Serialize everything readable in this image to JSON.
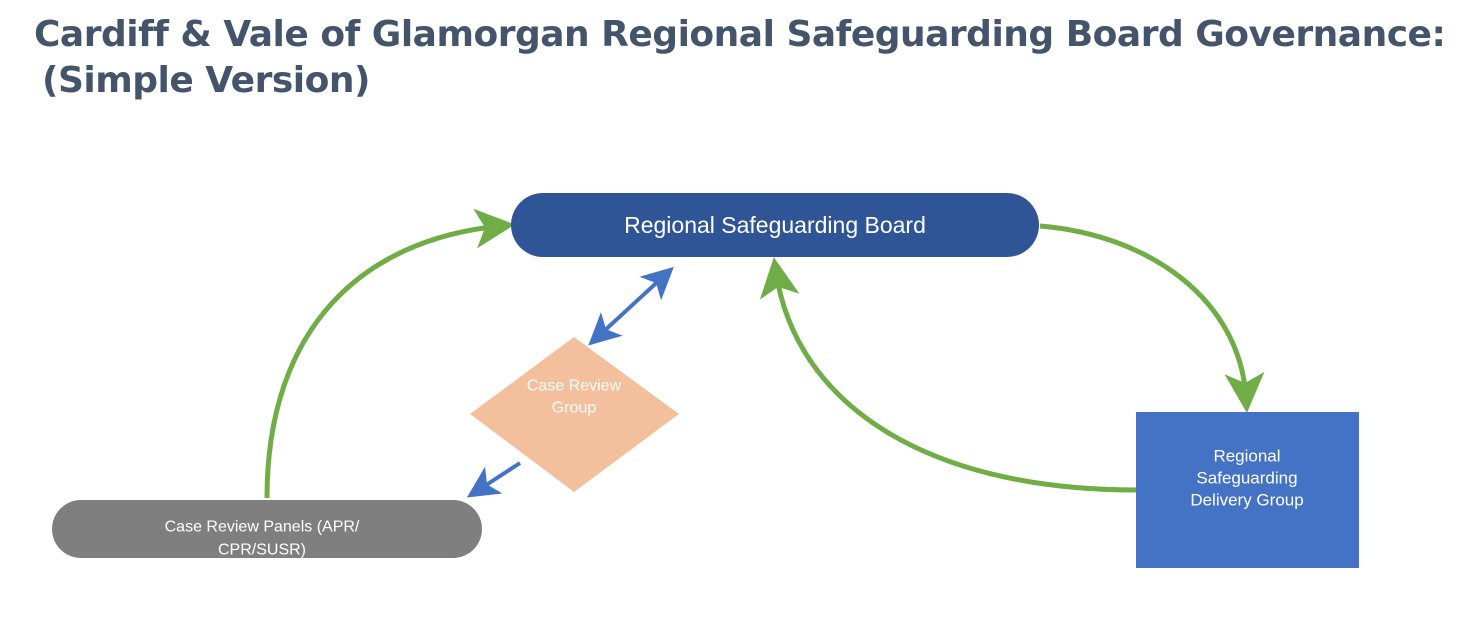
{
  "title": {
    "line1": "Cardiff & Vale of Glamorgan Regional Safeguarding Board Governance:",
    "line2": "(Simple Version)"
  },
  "nodes": {
    "board": {
      "label": "Regional Safeguarding Board"
    },
    "case_review_group": {
      "line1": "Case Review",
      "line2": "Group"
    },
    "case_review_panels": {
      "line1": "Case Review Panels (APR/",
      "line2": "CPR/SUSR)"
    },
    "delivery_group": {
      "line1": "Regional",
      "line2": "Safeguarding",
      "line3": "Delivery Group"
    }
  },
  "colors": {
    "title": "#44546a",
    "board": "#2f5597",
    "panels": "#7f7f7f",
    "diamond": "#f4bf9c",
    "delivery": "#4472c4",
    "green_arrow": "#70ad47",
    "blue_arrow": "#4472c4"
  }
}
